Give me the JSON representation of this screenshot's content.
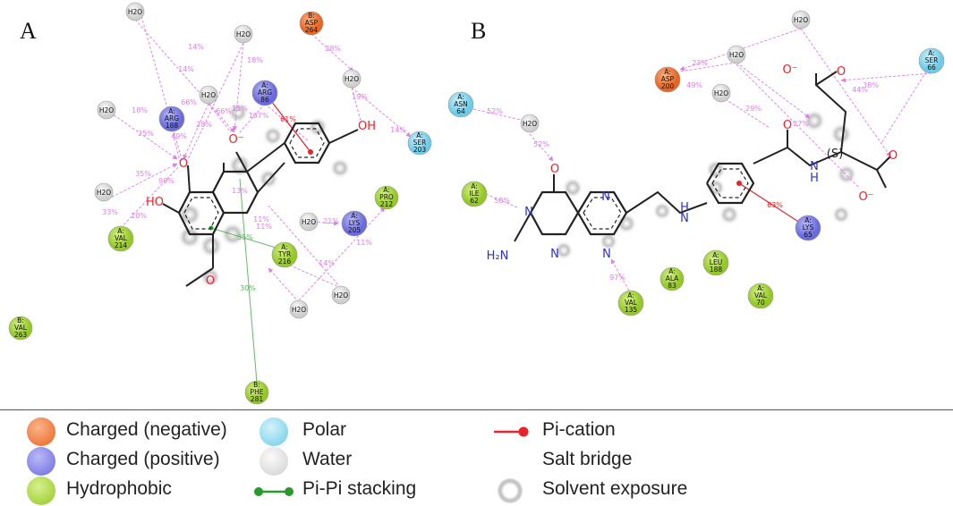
{
  "panels": {
    "a": {
      "letter": "A"
    },
    "b": {
      "letter": "B"
    }
  },
  "colors": {
    "charged_negative": "#f07a3a",
    "charged_positive": "#7d7de8",
    "hydrophobic": "#a8d83a",
    "polar": "#7fd6ee",
    "water": "#d8d8d8",
    "hbond": "#e07ce8",
    "pi_cation": "#e8232b",
    "pipi": "#2a9a2a"
  },
  "diagram_a": {
    "residues": [
      {
        "id": "a-h2o-1",
        "chain": "",
        "name": "H2O",
        "num": "",
        "kind": "water"
      },
      {
        "id": "a-h2o-2",
        "chain": "",
        "name": "H2O",
        "num": "",
        "kind": "water"
      },
      {
        "id": "a-asp264",
        "chain": "B:",
        "name": "ASP",
        "num": "264",
        "kind": "charged_negative"
      },
      {
        "id": "a-h2o-3",
        "chain": "",
        "name": "H2O",
        "num": "",
        "kind": "water"
      },
      {
        "id": "a-h2o-4",
        "chain": "",
        "name": "H2O",
        "num": "",
        "kind": "water"
      },
      {
        "id": "a-arg86",
        "chain": "A:",
        "name": "ARG",
        "num": "86",
        "kind": "charged_positive"
      },
      {
        "id": "a-h2o-5",
        "chain": "",
        "name": "H2O",
        "num": "",
        "kind": "water"
      },
      {
        "id": "a-arg188",
        "chain": "A:",
        "name": "ARG",
        "num": "188",
        "kind": "charged_positive"
      },
      {
        "id": "a-ser203",
        "chain": "A:",
        "name": "SER",
        "num": "203",
        "kind": "polar"
      },
      {
        "id": "a-h2o-6",
        "chain": "",
        "name": "H2O",
        "num": "",
        "kind": "water"
      },
      {
        "id": "a-pro212",
        "chain": "A:",
        "name": "PRO",
        "num": "212",
        "kind": "hydrophobic"
      },
      {
        "id": "a-h2o-7",
        "chain": "",
        "name": "H2O",
        "num": "",
        "kind": "water"
      },
      {
        "id": "a-lys205",
        "chain": "A:",
        "name": "LYS",
        "num": "205",
        "kind": "charged_positive"
      },
      {
        "id": "a-val214",
        "chain": "A:",
        "name": "VAL",
        "num": "214",
        "kind": "hydrophobic"
      },
      {
        "id": "a-tyr216",
        "chain": "A:",
        "name": "TYR",
        "num": "216",
        "kind": "hydrophobic"
      },
      {
        "id": "a-h2o-8",
        "chain": "",
        "name": "H2O",
        "num": "",
        "kind": "water"
      },
      {
        "id": "a-h2o-9",
        "chain": "",
        "name": "H2O",
        "num": "",
        "kind": "water"
      },
      {
        "id": "a-val263",
        "chain": "B:",
        "name": "VAL",
        "num": "263",
        "kind": "hydrophobic"
      },
      {
        "id": "a-phe281",
        "chain": "B:",
        "name": "PHE",
        "num": "281",
        "kind": "hydrophobic"
      }
    ],
    "percent_labels": [
      "14%",
      "14%",
      "18%",
      "28%",
      "19%",
      "66%",
      "66%",
      "11%",
      "107%",
      "61%",
      "18%",
      "25%",
      "49%",
      "28%",
      "14%",
      "35%",
      "99%",
      "33%",
      "10%",
      "13%",
      "11%",
      "11%",
      "21%",
      "14%",
      "35%",
      "11%",
      "30%"
    ],
    "atom_labels": [
      "O",
      "O⁻",
      "OH",
      "HO",
      "O"
    ]
  },
  "diagram_b": {
    "residues": [
      {
        "id": "b-h2o-1",
        "chain": "",
        "name": "H2O",
        "num": "",
        "kind": "water"
      },
      {
        "id": "b-h2o-2",
        "chain": "",
        "name": "H2O",
        "num": "",
        "kind": "water"
      },
      {
        "id": "b-ser66",
        "chain": "A:",
        "name": "SER",
        "num": "66",
        "kind": "polar"
      },
      {
        "id": "b-asp200",
        "chain": "A:",
        "name": "ASP",
        "num": "200",
        "kind": "charged_negative"
      },
      {
        "id": "b-h2o-3",
        "chain": "",
        "name": "H2O",
        "num": "",
        "kind": "water"
      },
      {
        "id": "b-asn64",
        "chain": "A:",
        "name": "ASN",
        "num": "64",
        "kind": "polar"
      },
      {
        "id": "b-h2o-4",
        "chain": "",
        "name": "H2O",
        "num": "",
        "kind": "water"
      },
      {
        "id": "b-ile62",
        "chain": "A:",
        "name": "ILE",
        "num": "62",
        "kind": "hydrophobic"
      },
      {
        "id": "b-lys65",
        "chain": "A:",
        "name": "LYS",
        "num": "65",
        "kind": "charged_positive"
      },
      {
        "id": "b-ala83",
        "chain": "A:",
        "name": "ALA",
        "num": "83",
        "kind": "hydrophobic"
      },
      {
        "id": "b-leu188",
        "chain": "A:",
        "name": "LEU",
        "num": "188",
        "kind": "hydrophobic"
      },
      {
        "id": "b-val135",
        "chain": "A:",
        "name": "VAL",
        "num": "135",
        "kind": "hydrophobic"
      },
      {
        "id": "b-val70",
        "chain": "A:",
        "name": "VAL",
        "num": "70",
        "kind": "hydrophobic"
      }
    ],
    "percent_labels": [
      "23%",
      "49%",
      "29%",
      "52%",
      "52%",
      "38%",
      "44%",
      "27%",
      "58%",
      "63%",
      "97%"
    ],
    "atom_labels": [
      "O⁻",
      "O",
      "O",
      "O",
      "N",
      "H",
      "(S)",
      "O",
      "O⁻",
      "N",
      "N",
      "N",
      "N",
      "H",
      "N",
      "H₂N"
    ]
  },
  "legend": {
    "items": [
      {
        "label": "Charged (negative)",
        "kind": "charged_negative"
      },
      {
        "label": "Charged (positive)",
        "kind": "charged_positive"
      },
      {
        "label": "Hydrophobic",
        "kind": "hydrophobic"
      },
      {
        "label": "Polar",
        "kind": "polar"
      },
      {
        "label": "Water",
        "kind": "water"
      },
      {
        "label": "Pi-Pi stacking",
        "kind": "pipi"
      },
      {
        "label": "Pi-cation",
        "kind": "pi_cation"
      },
      {
        "label": "Salt bridge",
        "kind": "salt_bridge"
      },
      {
        "label": "Solvent exposure",
        "kind": "solvent"
      }
    ]
  }
}
